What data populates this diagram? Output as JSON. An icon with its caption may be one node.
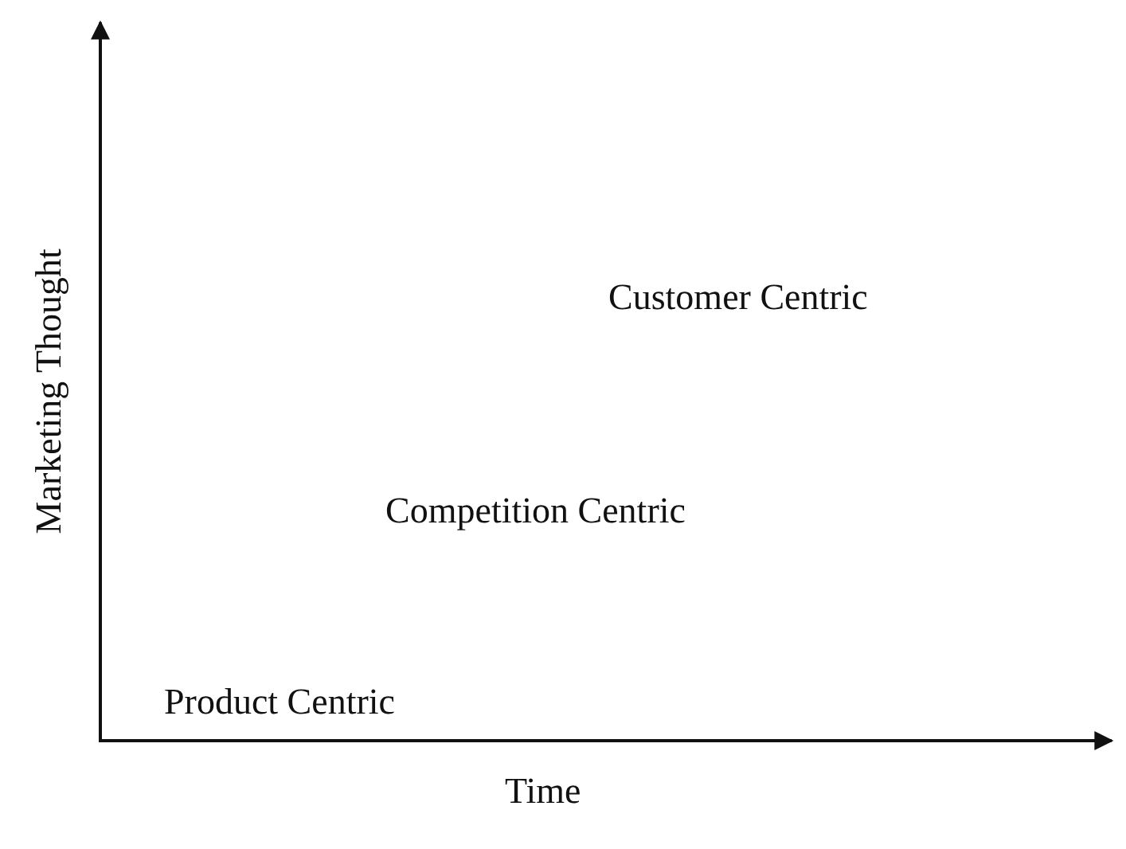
{
  "diagram": {
    "labels": [
      "Customer Centric",
      "Marketing Thought",
      "Competition Centric",
      "Product Centric",
      "Time"
    ]
  }
}
